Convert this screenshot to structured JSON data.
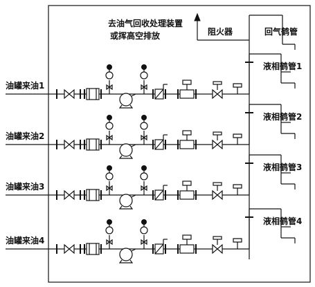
{
  "top_label": [
    "去油气回收处理装置",
    "或挥高空排放"
  ],
  "flame_arrester_label": "阻火器",
  "vapor_arm_label": "回气鹤管",
  "lines": [
    {
      "inlet_label": "油罐来油1",
      "arm_label": "液相鹤管1"
    },
    {
      "inlet_label": "油罐来油2",
      "arm_label": "液相鹤管2"
    },
    {
      "inlet_label": "油罐来油3",
      "arm_label": "液相鹤管3"
    },
    {
      "inlet_label": "油罐来油4",
      "arm_label": "液相鹤管4"
    }
  ]
}
